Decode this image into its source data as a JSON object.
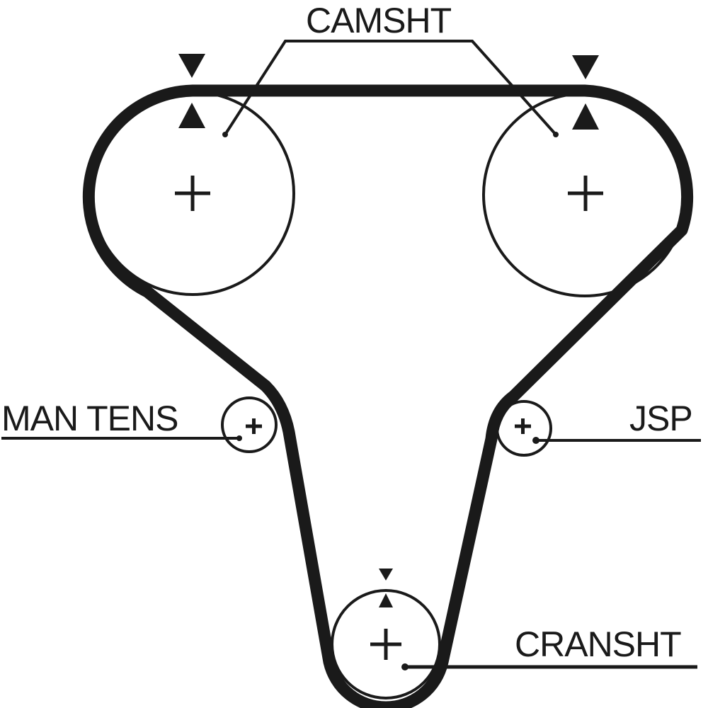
{
  "diagram": {
    "title": "Timing belt routing diagram",
    "colors": {
      "ink": "#1a1a1a",
      "background": "#ffffff"
    },
    "labels": {
      "camshaft": "CAMSHT",
      "man_tens": "MAN TENS",
      "jsp": "JSP",
      "crankshaft": "CRANSHT"
    },
    "components": [
      {
        "id": "camshaft-left",
        "type": "camshaft-sprocket",
        "label_ref": "camshaft",
        "timing_mark": true
      },
      {
        "id": "camshaft-right",
        "type": "camshaft-sprocket",
        "label_ref": "camshaft",
        "timing_mark": true
      },
      {
        "id": "man-tens",
        "type": "manual-tensioner",
        "label_ref": "man_tens"
      },
      {
        "id": "jsp",
        "type": "idler-pulley",
        "label_ref": "jsp"
      },
      {
        "id": "crankshaft",
        "type": "crankshaft-sprocket",
        "label_ref": "crankshaft",
        "timing_mark": true
      }
    ]
  }
}
